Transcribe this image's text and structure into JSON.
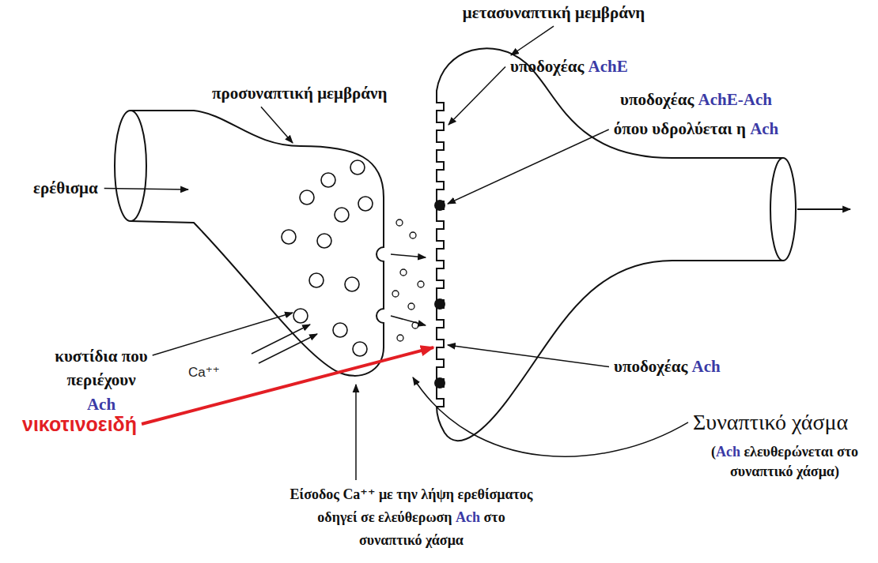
{
  "diagram": {
    "labels": [
      "μετασυναπτική μεμβράνη",
      "υποδοχέας AchE",
      "υποδοχέας AchE-Ach όπου υδρολύεται η Ach",
      "προσυναπτική μεμβράνη",
      "ερέθισμα",
      "κυστίδια που περιέχουν Ach",
      "νικοτινοειδή",
      "Ca⁺⁺",
      "Είσοδος Ca⁺⁺ με την λήψη ερεθίσματος οδηγεί σε ελεύθερωση Ach στο συναπτικό χάσμα",
      "υποδοχέας Ach",
      "Συναπτικό χάσμα",
      "(Ach ελευθερώνεται στο συναπτικό χάσμα)"
    ]
  }
}
